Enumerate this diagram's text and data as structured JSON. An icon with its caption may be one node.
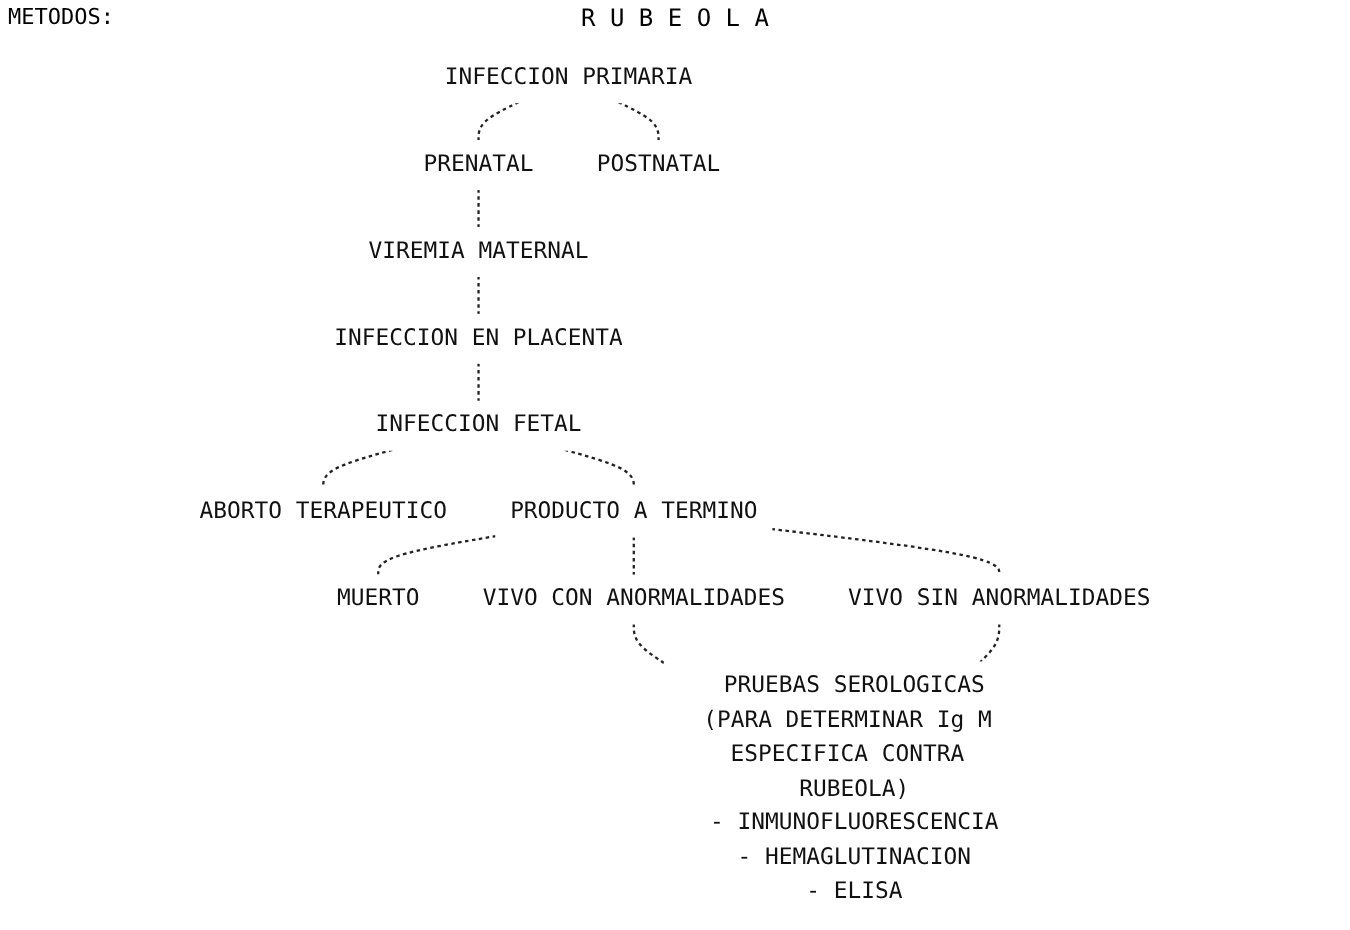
{
  "diagram": {
    "title": "R U B E O L A",
    "nodes": [
      {
        "text": [
          "INFECCION PRIMARIA"
        ]
      },
      {
        "text": [
          "PRENATAL"
        ]
      },
      {
        "text": [
          "POSTNATAL"
        ]
      },
      {
        "text": [
          "VIREMIA MATERNAL"
        ]
      },
      {
        "text": [
          "INFECCION EN PLACENTA"
        ]
      },
      {
        "text": [
          "INFECCION FETAL"
        ]
      },
      {
        "text": [
          "ABORTO TERAPEUTICO"
        ]
      },
      {
        "text": [
          "PRODUCTO A TERMINO"
        ]
      },
      {
        "text": [
          "MUERTO"
        ]
      },
      {
        "text": [
          "VIVO CON ANORMALIDADES"
        ]
      },
      {
        "text": [
          "VIVO SIN ANORMALIDADES"
        ]
      },
      {
        "text": [
          "PRUEBAS SEROLOGICAS",
          "(PARA DETERMINAR Ig M ESPECIFICA CONTRA RUBEOLA)",
          "- INMUNOFLUORESCENCIA",
          "- HEMAGLUTINACION",
          "- ELISA"
        ]
      }
    ],
    "edges": [
      {
        "from": 0,
        "to": 1,
        "arrow": "none",
        "style": "dashed"
      },
      {
        "from": 0,
        "to": 2,
        "arrow": "none",
        "style": "dashed"
      },
      {
        "from": 1,
        "to": 3,
        "arrow": "none",
        "style": "dashed"
      },
      {
        "from": 3,
        "to": 4,
        "arrow": "none",
        "style": "dashed"
      },
      {
        "from": 4,
        "to": 5,
        "arrow": "none",
        "style": "dashed"
      },
      {
        "from": 5,
        "to": 6,
        "arrow": "none",
        "style": "dashed"
      },
      {
        "from": 5,
        "to": 7,
        "arrow": "none",
        "style": "dashed"
      },
      {
        "from": 7,
        "to": 8,
        "arrow": "none",
        "style": "dashed"
      },
      {
        "from": 7,
        "to": 9,
        "arrow": "none",
        "style": "dashed"
      },
      {
        "from": 7,
        "to": 10,
        "arrow": "none",
        "style": "dashed"
      },
      {
        "from": 9,
        "to": 11,
        "arrow": "none",
        "style": "dashed"
      },
      {
        "from": 10,
        "to": 11,
        "arrow": "none",
        "style": "dashed"
      }
    ],
    "labels": [
      "METODOS:"
    ]
  }
}
